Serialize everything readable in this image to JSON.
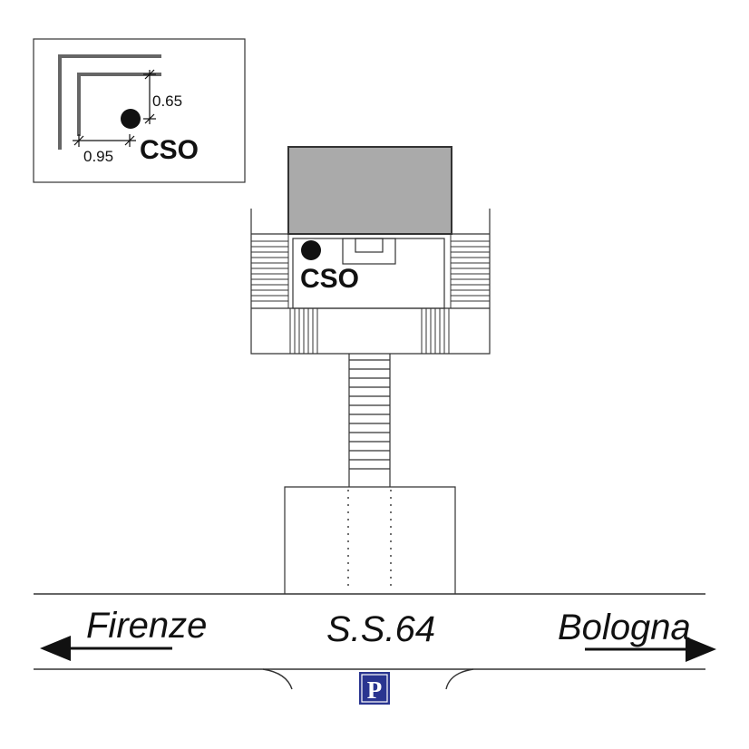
{
  "inset": {
    "marker_label": "CSO",
    "dim_vertical": "0.65",
    "dim_horizontal": "0.95"
  },
  "site": {
    "marker_label": "CSO"
  },
  "road": {
    "name": "S.S.64",
    "left_destination": "Firenze",
    "right_destination": "Bologna"
  },
  "parking": {
    "symbol": "P",
    "color": "#2a3590"
  },
  "colors": {
    "line": "#333333",
    "building_roof": "#aaaaaa",
    "inset_wall": "#666666"
  }
}
